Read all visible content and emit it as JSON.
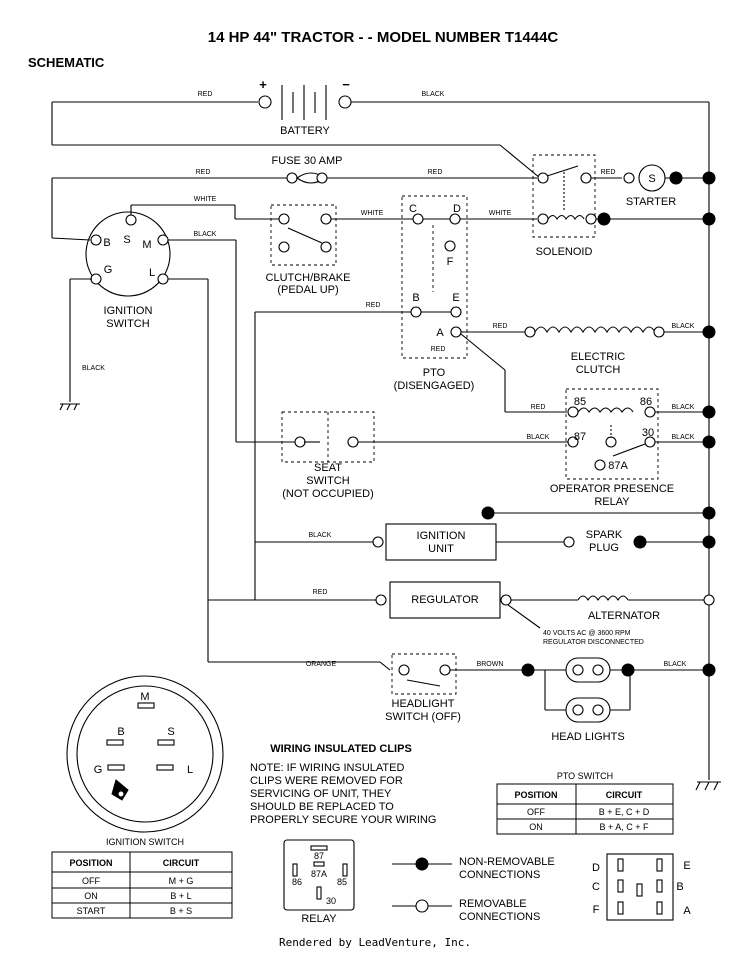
{
  "title": "14 HP 44\" TRACTOR - - MODEL NUMBER T1444C",
  "section": "SCHEMATIC",
  "components": {
    "battery": "BATTERY",
    "fuse": "FUSE 30 AMP",
    "starter": "STARTER",
    "starter_letter": "S",
    "solenoid": "SOLENOID",
    "clutch_brake_line1": "CLUTCH/BRAKE",
    "clutch_brake_line2": "(PEDAL UP)",
    "ignition_switch_line1": "IGNITION",
    "ignition_switch_line2": "SWITCH",
    "pto_line1": "PTO",
    "pto_line2": "(DISENGAGED)",
    "electric_clutch_line1": "ELECTRIC",
    "electric_clutch_line2": "CLUTCH",
    "seat_switch_line1": "SEAT",
    "seat_switch_line2": "SWITCH",
    "seat_switch_line3": "(NOT OCCUPIED)",
    "operator_relay_line1": "OPERATOR PRESENCE",
    "operator_relay_line2": "RELAY",
    "ignition_unit_line1": "IGNITION",
    "ignition_unit_line2": "UNIT",
    "spark_plug_line1": "SPARK",
    "spark_plug_line2": "PLUG",
    "regulator": "REGULATOR",
    "alternator": "ALTERNATOR",
    "alternator_note_line1": "40 VOLTS AC @ 3600 RPM",
    "alternator_note_line2": "REGULATOR DISCONNECTED",
    "headlight_switch_line1": "HEADLIGHT",
    "headlight_switch_line2": "SWITCH (OFF)",
    "head_lights": "HEAD LIGHTS"
  },
  "terminals": {
    "ign_b": "B",
    "ign_s": "S",
    "ign_m": "M",
    "ign_g": "G",
    "ign_l": "L",
    "pto_c": "C",
    "pto_d": "D",
    "pto_f": "F",
    "pto_b": "B",
    "pto_e": "E",
    "pto_a": "A",
    "relay_85": "85",
    "relay_86": "86",
    "relay_87": "87",
    "relay_30": "30",
    "relay_87a": "87A"
  },
  "wire_colors": {
    "red": "RED",
    "black": "BLACK",
    "white": "WHITE",
    "orange": "ORANGE",
    "brown": "BROWN"
  },
  "battery_plus": "+",
  "battery_minus": "−",
  "ignition_diagram": {
    "title": "IGNITION SWITCH",
    "labels": {
      "m": "M",
      "b": "B",
      "s": "S",
      "g": "G",
      "l": "L"
    },
    "headers": [
      "POSITION",
      "CIRCUIT"
    ],
    "rows": [
      {
        "position": "OFF",
        "circuit": "M + G"
      },
      {
        "position": "ON",
        "circuit": "B + L"
      },
      {
        "position": "START",
        "circuit": "B + S"
      }
    ]
  },
  "clips_note": {
    "heading": "WIRING INSULATED CLIPS",
    "lines": [
      "NOTE: IF WIRING INSULATED",
      "CLIPS WERE REMOVED FOR",
      "SERVICING OF UNIT, THEY",
      "SHOULD BE REPLACED TO",
      "PROPERLY SECURE YOUR WIRING"
    ]
  },
  "pto_switch_table": {
    "title": "PTO SWITCH",
    "headers": [
      "POSITION",
      "CIRCUIT"
    ],
    "rows": [
      {
        "position": "OFF",
        "circuit": "B + E, C + D"
      },
      {
        "position": "ON",
        "circuit": "B + A, C + F"
      }
    ]
  },
  "relay_legend": {
    "caption": "RELAY",
    "pins": {
      "p87": "87",
      "p86": "86",
      "p87a": "87A",
      "p85": "85",
      "p30": "30"
    }
  },
  "legend": {
    "non_removable_line1": "NON-REMOVABLE",
    "non_removable_line2": "CONNECTIONS",
    "removable_line1": "REMOVABLE",
    "removable_line2": "CONNECTIONS"
  },
  "pto_pinout": {
    "d": "D",
    "e": "E",
    "c": "C",
    "b": "B",
    "f": "F",
    "a": "A"
  },
  "footer": "Rendered by LeadVenture, Inc."
}
